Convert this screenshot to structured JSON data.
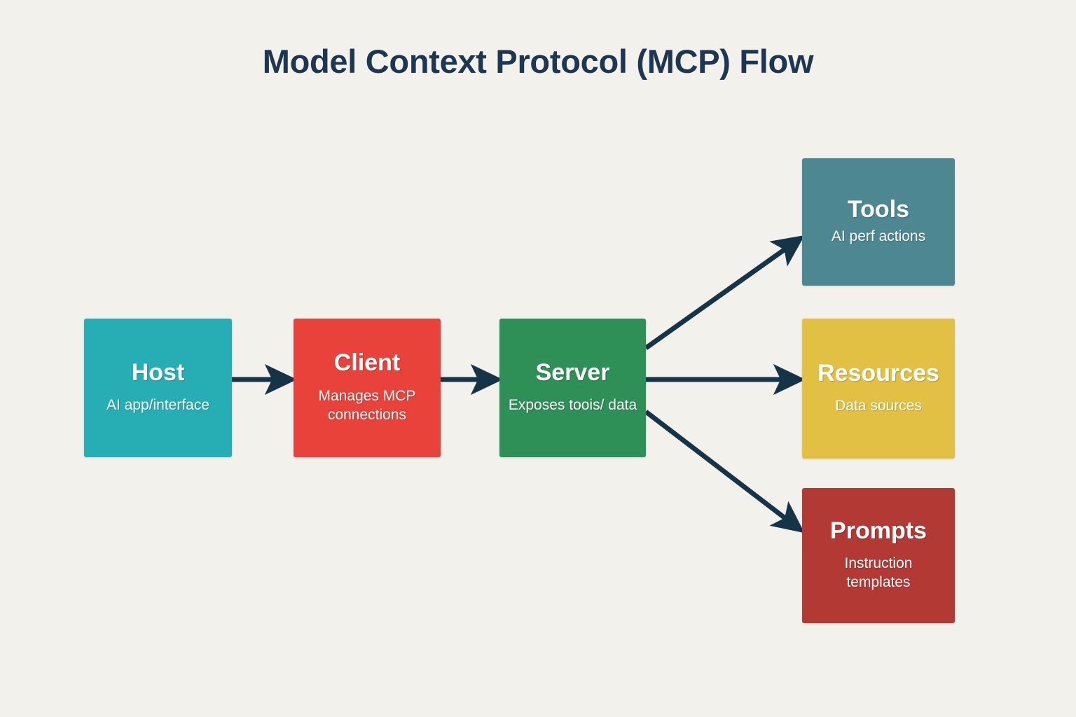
{
  "diagram": {
    "title": "Model Context Protocol (MCP) Flow",
    "background_color": "#f2f1ec",
    "arrow_color": "#163448",
    "title_color": "#1d3753"
  },
  "nodes": [
    {
      "id": "host",
      "title": "Host",
      "subtitle": "AI app/interface",
      "color": "#27aeb5"
    },
    {
      "id": "client",
      "title": "Client",
      "subtitle": "Manages MCP connections",
      "color": "#e8423a"
    },
    {
      "id": "server",
      "title": "Server",
      "subtitle": "Exposes toois/ data",
      "color": "#2f9057"
    },
    {
      "id": "tools",
      "title": "Tools",
      "subtitle": "AI perf actions",
      "color": "#4c8792"
    },
    {
      "id": "resources",
      "title": "Resources",
      "subtitle": "Data sources",
      "color": "#e2c044"
    },
    {
      "id": "prompts",
      "title": "Prompts",
      "subtitle": "Instruction templates",
      "color": "#b33a34"
    }
  ],
  "edges": [
    {
      "id": "host-to-client",
      "from": "host",
      "to": "client",
      "label": ""
    },
    {
      "id": "client-to-server",
      "from": "client",
      "to": "server",
      "label": ""
    },
    {
      "id": "server-to-tools",
      "from": "server",
      "to": "tools",
      "label": ""
    },
    {
      "id": "server-to-resources",
      "from": "server",
      "to": "resources",
      "label": ""
    },
    {
      "id": "server-to-prompts",
      "from": "server",
      "to": "prompts",
      "label": ""
    }
  ]
}
